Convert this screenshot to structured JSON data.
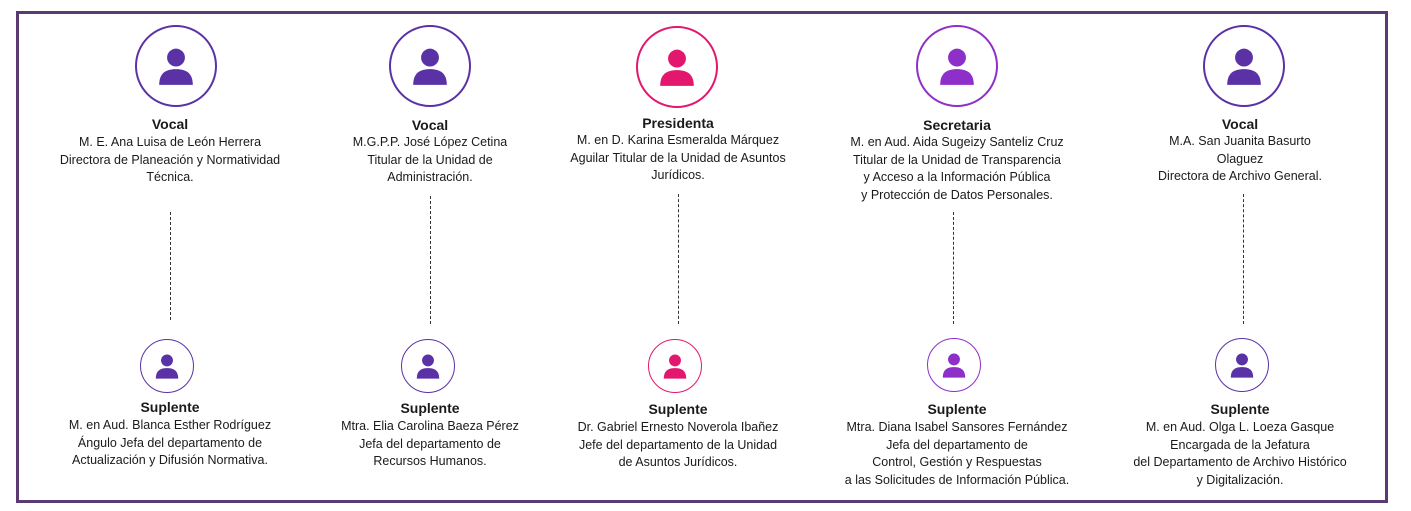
{
  "colors": {
    "frame": "#5b3a74",
    "purple": "#5a32a6",
    "pink": "#e2176d",
    "violet": "#8e2fc9",
    "gray_bg": "#f4f0f6"
  },
  "members": [
    {
      "role": "Vocal",
      "text": "M. E. Ana  Luisa de León Herrera\nDirectora de Planeación y Normatividad\nTécnica.",
      "icon": "user-icon",
      "color": "#5a32a6",
      "suplente": {
        "role": "Suplente",
        "text": "M. en Aud.  Blanca Esther Rodríguez\nÁngulo  Jefa del departamento de\nActualización y Difusión Normativa."
      }
    },
    {
      "role": "Vocal",
      "text": "M.G.P.P.  José López Cetina\nTitular de la Unidad de\nAdministración.",
      "icon": "user-icon",
      "color": "#5a32a6",
      "suplente": {
        "role": "Suplente",
        "text": "Mtra.  Elia Carolina Baeza Pérez\nJefa del departamento de\nRecursos Humanos."
      }
    },
    {
      "role": "Presidenta",
      "text": "M. en D.  Karina Esmeralda Márquez\nAguilar  Titular de la Unidad de Asuntos\nJurídicos.",
      "icon": "user-icon",
      "color": "#e2176d",
      "suplente": {
        "role": "Suplente",
        "text": "Dr. Gabriel  Ernesto Noverola Ibañez\nJefe del departamento de la Unidad\nde  Asuntos Jurídicos."
      }
    },
    {
      "role": "Secretaria",
      "text": "M. en Aud.  Aida Sugeizy Santeliz Cruz\nTitular de la Unidad de Transparencia\ny Acceso a la Información Pública\ny Protección de Datos Personales.",
      "icon": "user-icon",
      "color": "#8e2fc9",
      "suplente": {
        "role": "Suplente",
        "text": "Mtra.  Diana Isabel Sansores Fernández\nJefa del departamento de\nControl, Gestión y Respuestas\na las Solicitudes de Información Pública."
      }
    },
    {
      "role": "Vocal",
      "text": "M.A.  San Juanita Basurto\nOlaguez\nDirectora de Archivo General.",
      "icon": "user-icon",
      "color": "#5a32a6",
      "suplente": {
        "role": "Suplente",
        "text": "M. en Aud.  Olga L. Loeza Gasque\nEncargada de la Jefatura\ndel Departamento de Archivo Histórico\ny Digitalización."
      }
    }
  ]
}
